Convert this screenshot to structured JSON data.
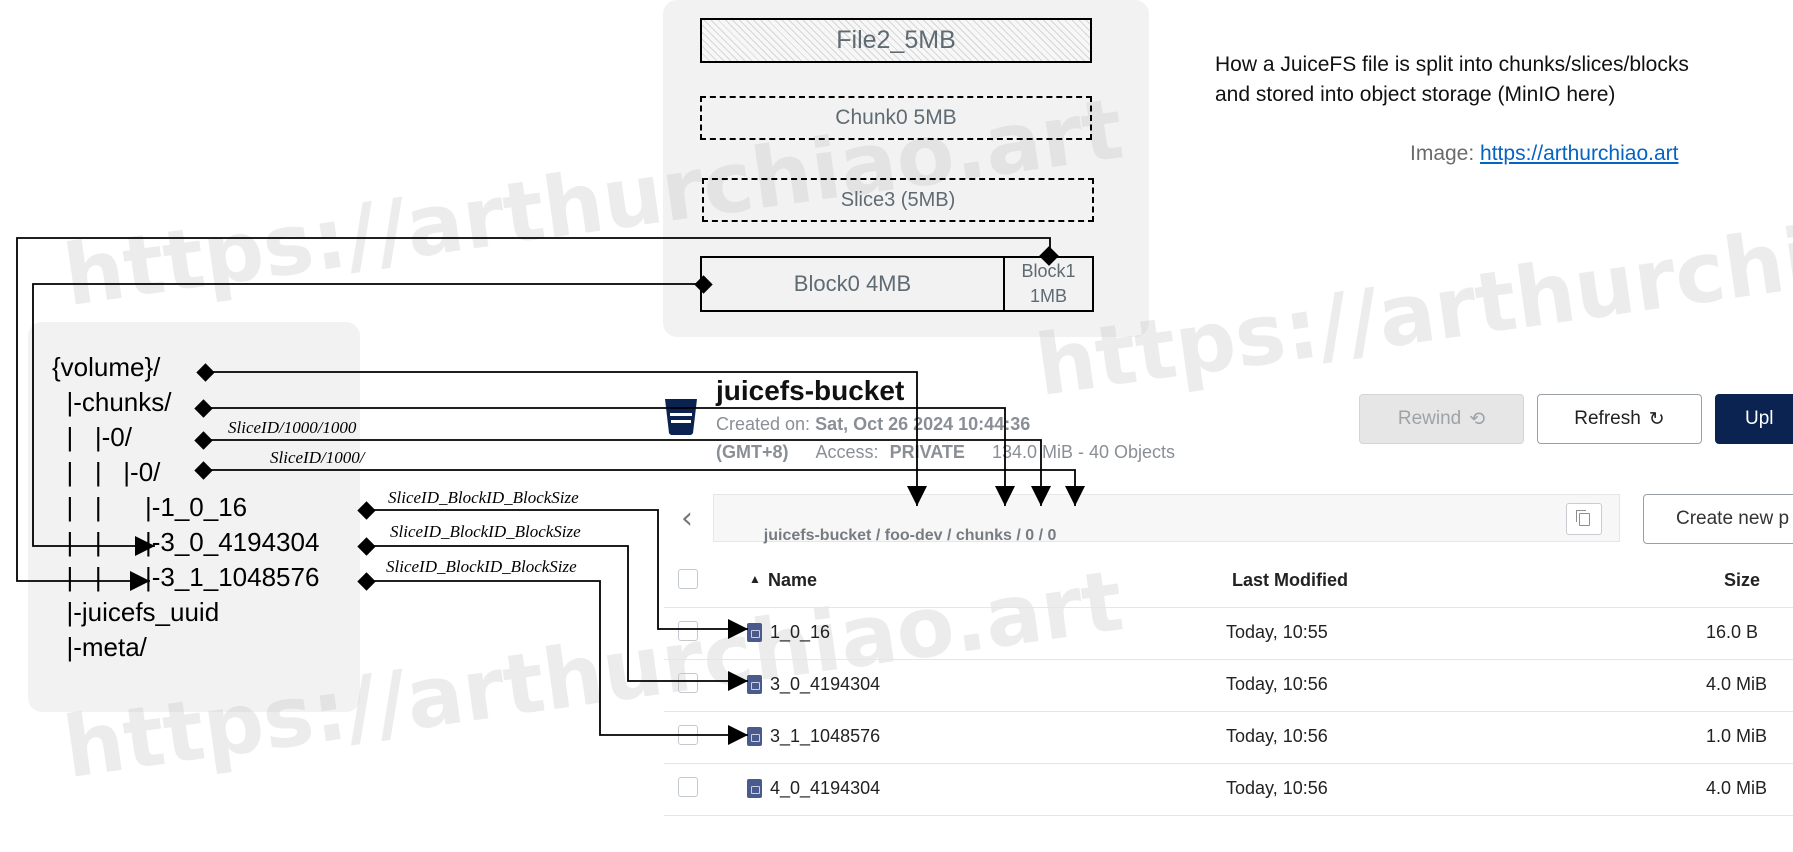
{
  "caption": {
    "line1": "How a JuiceFS file is split into chunks/slices/blocks",
    "line2": "and stored into object storage (MinIO here)",
    "image_prefix": "Image: ",
    "image_link": "https://arthurchiao.art"
  },
  "watermark": "https://arthurchiao.art",
  "layout_diagram": {
    "file": "File2_5MB",
    "chunk": "Chunk0 5MB",
    "slice": "Slice3 (5MB)",
    "block0": "Block0 4MB",
    "block1_line1": "Block1",
    "block1_line2": "1MB"
  },
  "tree": [
    "{volume}/",
    "  |-chunks/",
    "  |   |-0/",
    "  |   |   |-0/",
    "  |   |      |-1_0_16",
    "  |   |      |-3_0_4194304",
    "  |   |      |-3_1_1048576",
    "  |-juicefs_uuid",
    "  |-meta/"
  ],
  "arrow_labels": {
    "slice_1000_1000": "SliceID/1000/1000",
    "slice_1000": "SliceID/1000/",
    "block_label_1": "SliceID_BlockID_BlockSize",
    "block_label_2": "SliceID_BlockID_BlockSize",
    "block_label_3": "SliceID_BlockID_BlockSize"
  },
  "minio": {
    "bucket_name": "juicefs-bucket",
    "created_label": "Created on:",
    "created_value": "Sat, Oct 26 2024 10:44:36",
    "timezone": "(GMT+8)",
    "access_label": "Access:",
    "access_value": "PRIVATE",
    "usage": "134.0 MiB - 40 Objects",
    "buttons": {
      "rewind": "Rewind",
      "refresh": "Refresh",
      "upload": "Upl",
      "create": "Create new p"
    },
    "breadcrumb": [
      "juicefs-bucket",
      "foo-dev",
      "chunks",
      "0",
      "0"
    ],
    "breadcrumb_sep": "/",
    "columns": {
      "name": "Name",
      "modified": "Last Modified",
      "size": "Size"
    },
    "rows": [
      {
        "name": "1_0_16",
        "modified": "Today, 10:55",
        "size": "16.0 B"
      },
      {
        "name": "3_0_4194304",
        "modified": "Today, 10:56",
        "size": "4.0 MiB"
      },
      {
        "name": "3_1_1048576",
        "modified": "Today, 10:56",
        "size": "1.0 MiB"
      },
      {
        "name": "4_0_4194304",
        "modified": "Today, 10:56",
        "size": "4.0 MiB"
      }
    ]
  },
  "colors": {
    "panel": "#f2f2f2",
    "box_text": "#5f6b73",
    "link": "#0563c1",
    "minio_navy": "#0a2351"
  }
}
